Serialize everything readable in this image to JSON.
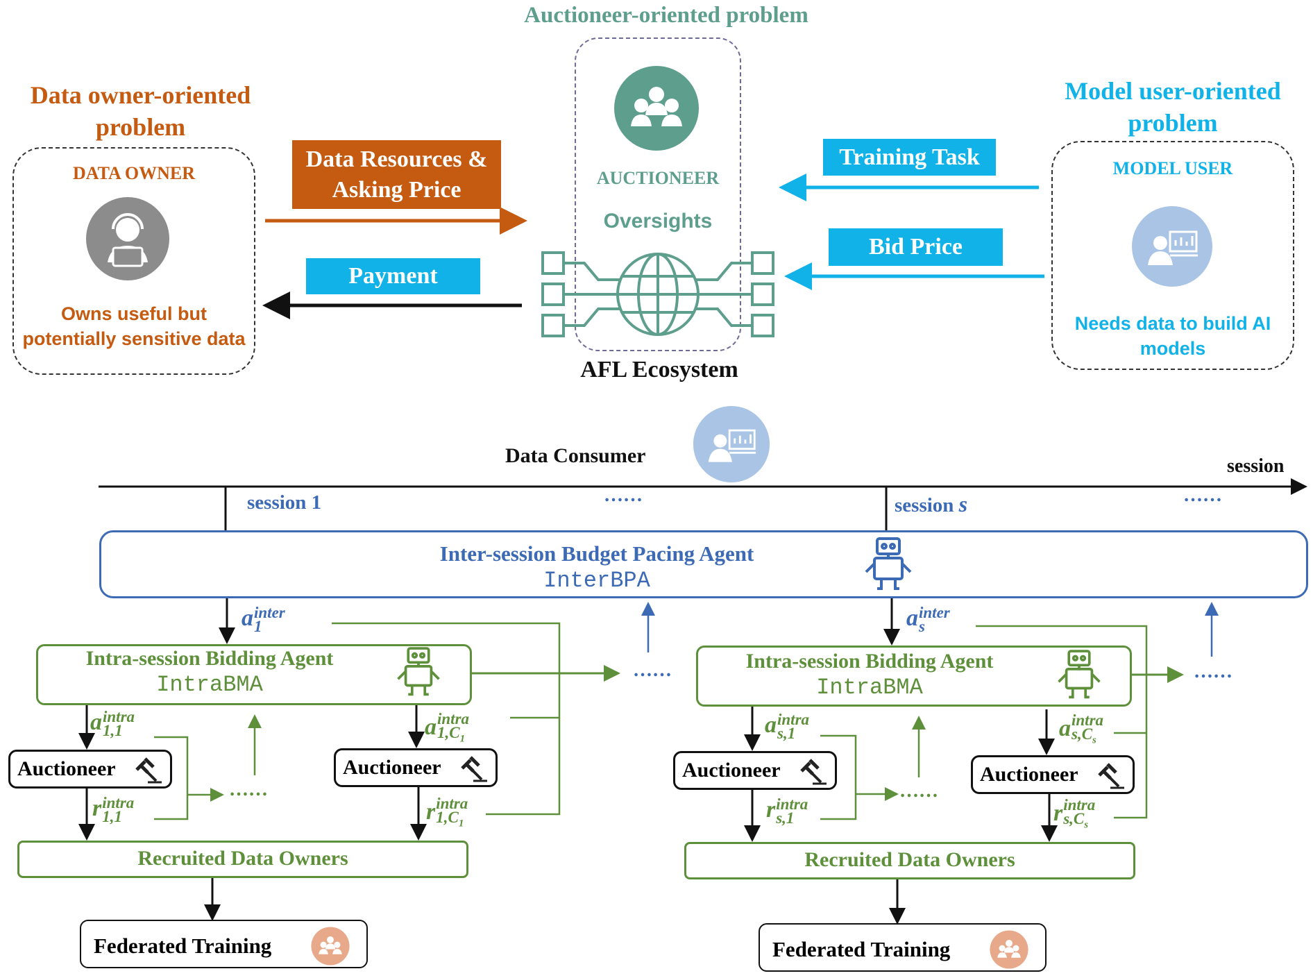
{
  "top": {
    "data_owner_problem": "Data owner-oriented problem",
    "auctioneer_problem": "Auctioneer-oriented problem",
    "model_user_problem": "Model user-oriented problem",
    "data_owner_title": "DATA OWNER",
    "data_owner_desc": "Owns useful but potentially sensitive data",
    "auctioneer_title": "AUCTIONEER",
    "oversights": "Oversights",
    "model_user_title": "MODEL USER",
    "model_user_desc": "Needs data to build AI models",
    "data_resources": "Data Resources & Asking Price",
    "payment": "Payment",
    "training_task": "Training Task",
    "bid_price": "Bid Price",
    "ecosystem": "AFL Ecosystem"
  },
  "bottom": {
    "data_consumer": "Data Consumer",
    "session_axis": "session",
    "session_1": "session 1",
    "session_s_prefix": "session ",
    "session_s_var": "s",
    "ellipsis": "……",
    "inter_title": "Inter-session Budget Pacing Agent",
    "inter_code": "InterBPA",
    "intra_title": "Intra-session Bidding Agent",
    "intra_code": "IntraBMA",
    "auctioneer": "Auctioneer",
    "recruited": "Recruited Data Owners",
    "federated": "Federated Training",
    "a_inter_1": {
      "base": "a",
      "sup": "inter",
      "sub": "1"
    },
    "a_inter_s": {
      "base": "a",
      "sup": "inter",
      "sub": "s"
    },
    "a_intra_11": {
      "base": "a",
      "sup": "intra",
      "sub": "1,1"
    },
    "a_intra_1c": {
      "base": "a",
      "sup": "intra",
      "sub": "1,C",
      "subsub": "1"
    },
    "a_intra_s1": {
      "base": "a",
      "sup": "intra",
      "sub": "s,1"
    },
    "a_intra_sc": {
      "base": "a",
      "sup": "intra",
      "sub": "s,C",
      "subsub": "s"
    },
    "r_intra_11": {
      "base": "r",
      "sup": "intra",
      "sub": "1,1"
    },
    "r_intra_1c": {
      "base": "r",
      "sup": "intra",
      "sub": "1,C",
      "subsub": "1"
    },
    "r_intra_s1": {
      "base": "r",
      "sup": "intra",
      "sub": "s,1"
    },
    "r_intra_sc": {
      "base": "r",
      "sup": "intra",
      "sub": "s,C",
      "subsub": "s"
    }
  },
  "colors": {
    "orange": "#c55a11",
    "teal": "#5e9e8c",
    "cyan": "#11b2e8",
    "green": "#5e8f3a",
    "blue": "#3c6ab5",
    "icon_gray": "#8c8c8c",
    "icon_blue": "#a9c4e4",
    "icon_peach": "#e8a98a"
  }
}
